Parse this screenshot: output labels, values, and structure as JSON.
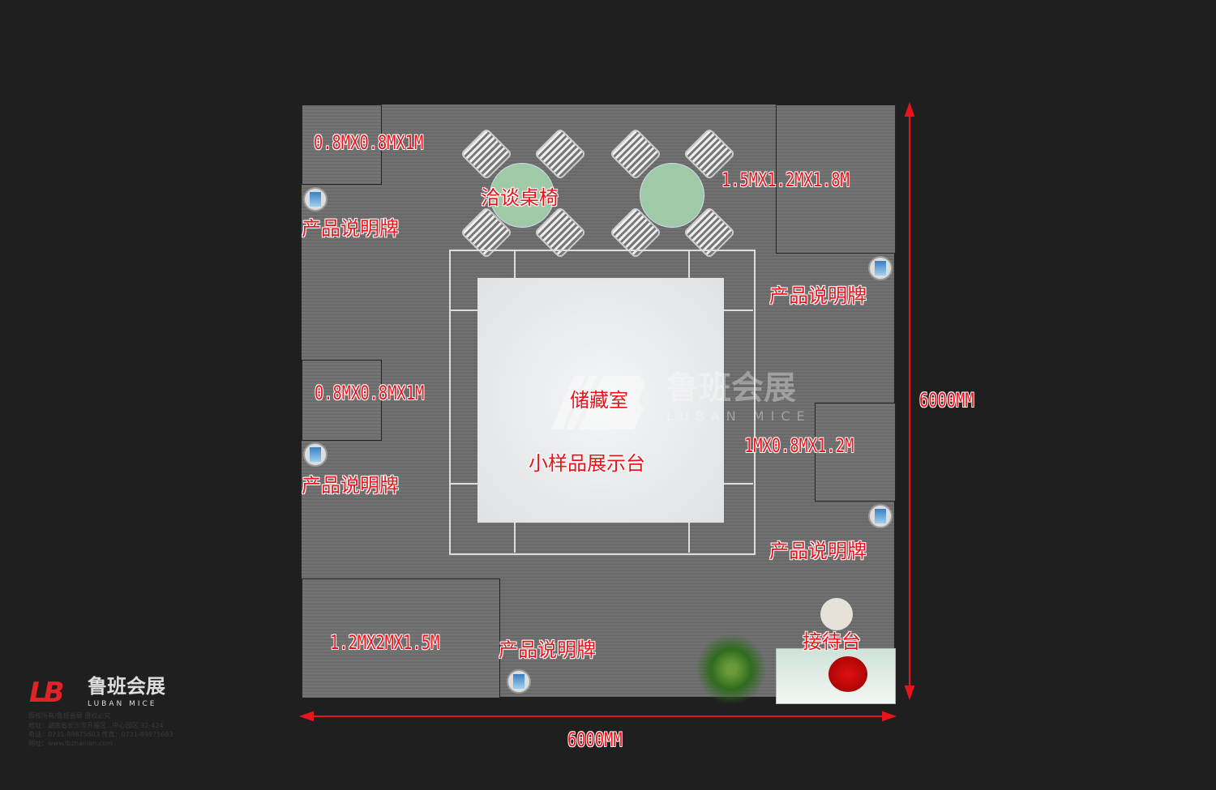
{
  "zones": {
    "top_left_size": "0.8MX0.8MX1M",
    "mid_left_size": "0.8MX0.8MX1M",
    "top_right_size": "1.5MX1.2MX1.8M",
    "mid_right_size": "1MX0.8MX1.2M",
    "bottom_left_size": "1.2MX2MX1.5M"
  },
  "labels": {
    "negotiation": "洽谈桌椅",
    "product_sign": "产品说明牌",
    "storage": "储藏室",
    "sample_display": "小样品展示台",
    "reception": "接待台"
  },
  "dimensions": {
    "width": "6000MM",
    "depth": "6000MM"
  },
  "logo": {
    "cn": "鲁班会展",
    "en": "LUBAN MICE",
    "mark": "LB"
  },
  "footer": [
    "版权所有/鲁班会展  侵权必究",
    "地址：湖南省长沙市开福区...中心园区 32-424",
    "电话：0731-89875603  传真：0731-89875683",
    "网址：www.lbzhanlan.com"
  ],
  "colors": {
    "label": "#e8141c",
    "dimension": "#e8141c",
    "background": "#1f1f1f"
  }
}
